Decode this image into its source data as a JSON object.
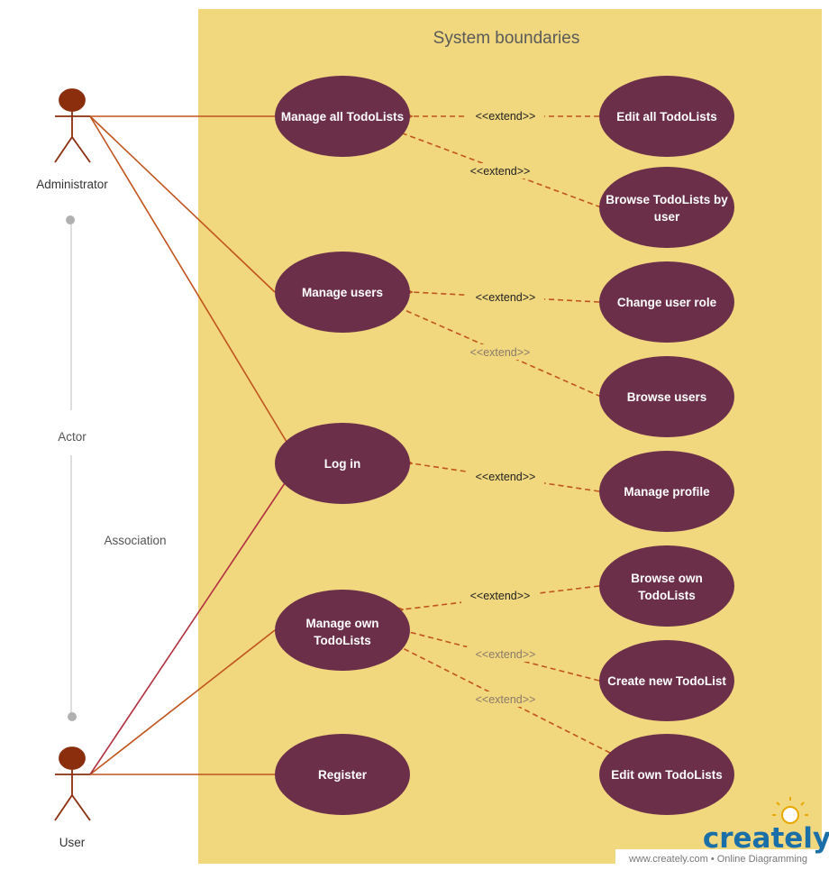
{
  "title": "System boundaries",
  "actors": {
    "admin": "Administrator",
    "user": "User"
  },
  "legend": {
    "actor": "Actor",
    "association": "Association"
  },
  "extend_label": "<<extend>>",
  "use_cases": {
    "manage_all": [
      "Manage all TodoLists"
    ],
    "edit_all": [
      "Edit all TodoLists"
    ],
    "browse_by_user": [
      "Browse TodoLists by",
      "user"
    ],
    "manage_users": [
      "Manage users"
    ],
    "change_role": [
      "Change user role"
    ],
    "browse_users": [
      "Browse users"
    ],
    "log_in": [
      "Log in"
    ],
    "manage_profile": [
      "Manage profile"
    ],
    "manage_own": [
      "Manage own",
      "TodoLists"
    ],
    "browse_own": [
      "Browse own",
      "TodoLists"
    ],
    "create_new": [
      "Create new TodoList"
    ],
    "edit_own": [
      "Edit own TodoLists"
    ],
    "register": [
      "Register"
    ]
  },
  "branding": {
    "logo": "creately",
    "footer": "www.creately.com • Online Diagramming"
  },
  "colors": {
    "boundary": "#f1d77e",
    "use_case": "#6b2f4a",
    "association": "#c0541e",
    "extend": "#c0541e",
    "actor": "#8b2e0e"
  }
}
